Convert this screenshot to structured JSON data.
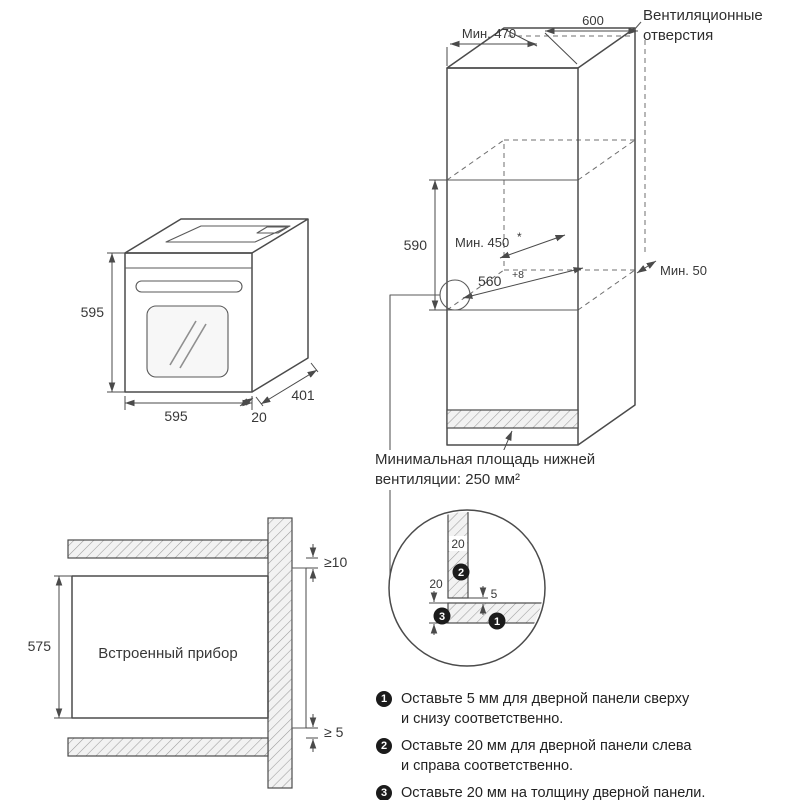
{
  "diagram": {
    "cabinet": {
      "dim_top_min_width": "Мин. 470",
      "dim_depth": "600",
      "vent_openings_label": "Вентиляционные\nотверстия",
      "dim_niche_front_height": "590",
      "dim_niche_min_depth": "Мин. 450",
      "dim_niche_min_depth_note": "*",
      "dim_niche_width": "560",
      "dim_niche_width_tolerance": "+8",
      "dim_rear_gap": "Мин. 50",
      "bottom_vent_note": "Минимальная площадь нижней\nвентиляции: 250 мм²"
    },
    "oven": {
      "dim_height": "595",
      "dim_width": "595",
      "dim_depth": "401",
      "dim_front_overhang": "20"
    },
    "section": {
      "appliance_label": "Встроенный прибор",
      "dim_niche_height": "575",
      "dim_top_clearance": "≥10",
      "dim_bottom_clearance": "≥ 5"
    },
    "detail": {
      "dim_side_clearance": "20",
      "dim_panel_thickness": "20",
      "dim_gap": "5",
      "badges": {
        "one": "1",
        "two": "2",
        "three": "3"
      }
    },
    "legend": {
      "items": [
        {
          "num": "1",
          "text": "Оставьте 5 мм для дверной панели сверху\nи снизу соответственно."
        },
        {
          "num": "2",
          "text": "Оставьте 20 мм для дверной панели слева\nи справа соответственно."
        },
        {
          "num": "3",
          "text": "Оставьте 20 мм на толщину дверной панели."
        }
      ]
    }
  },
  "colors": {
    "line": "#4b4b4b",
    "text": "#383838",
    "badge": "#1b1b1b",
    "hatch": "#9c9c9c"
  }
}
